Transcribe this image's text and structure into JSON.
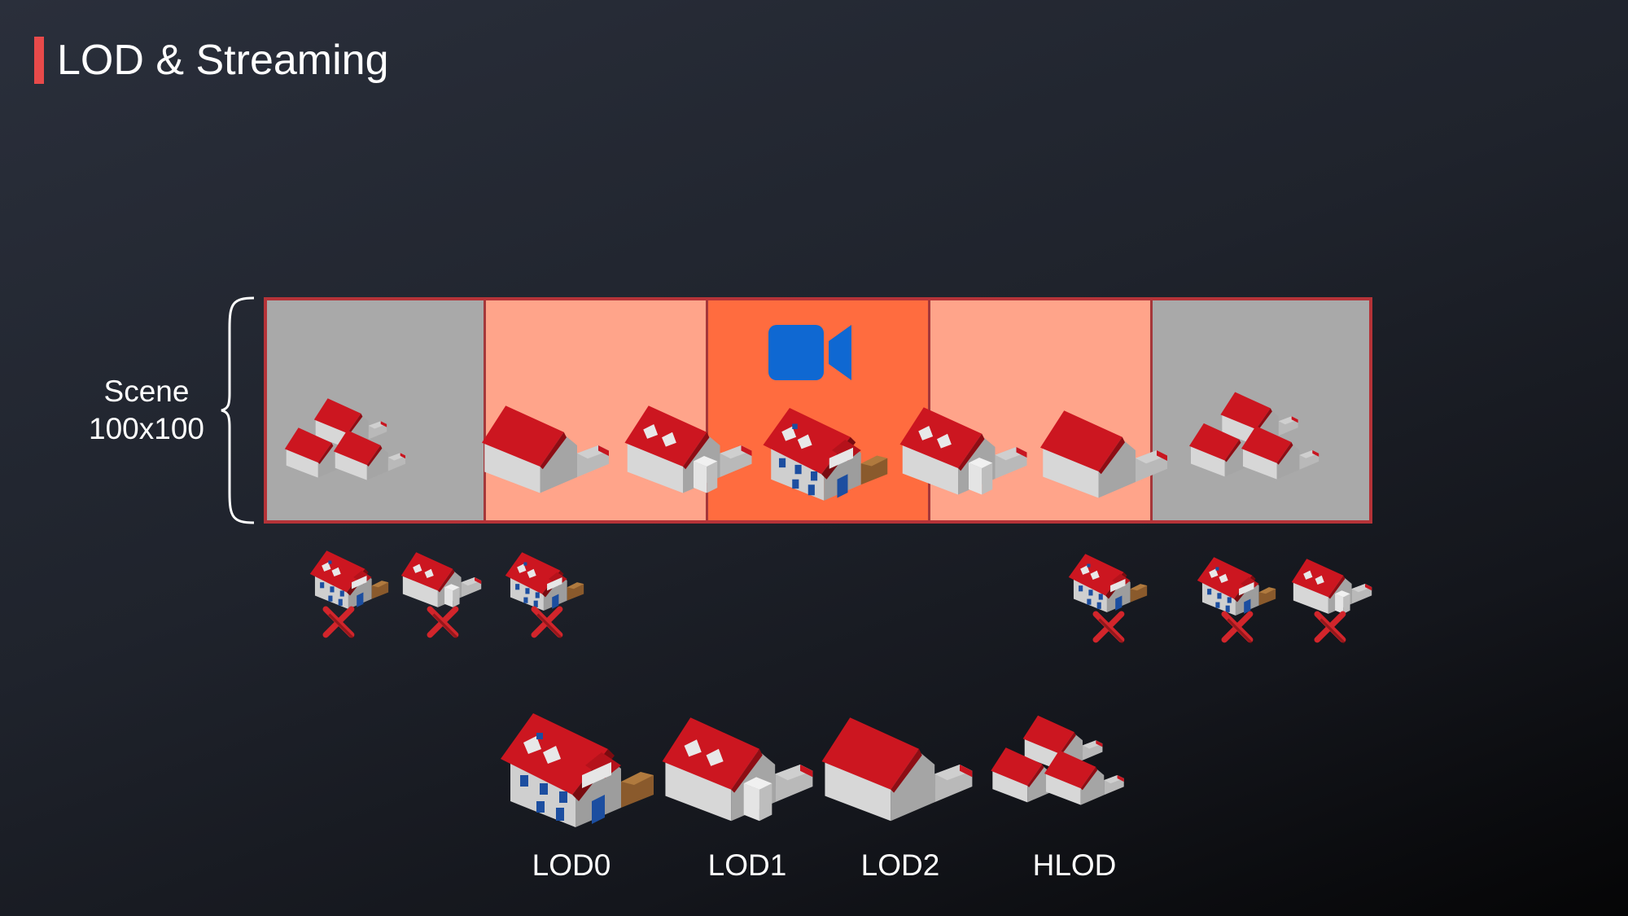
{
  "title": "LOD & Streaming",
  "scene": {
    "line1": "Scene",
    "line2": "100x100"
  },
  "colors": {
    "accent": "#e84a4a",
    "far": "#a9a9a9",
    "mid": "#ffa48a",
    "near": "#ff6c3f",
    "roof": "#cc1620",
    "wall": "#c4c4c4",
    "camera": "#0f68d2"
  },
  "icons": {
    "camera": "video-camera-icon",
    "unloaded": "x-mark-icon",
    "scene_brace": "curly-brace-icon"
  },
  "grid_cells": [
    {
      "lod": "HLOD",
      "distance": "far"
    },
    {
      "lod": "LOD2",
      "distance": "mid"
    },
    {
      "lod": "LOD0",
      "distance": "near"
    },
    {
      "lod": "LOD2",
      "distance": "mid"
    },
    {
      "lod": "HLOD",
      "distance": "far"
    }
  ],
  "unloaded_models": [
    "LOD0",
    "LOD1",
    "LOD0",
    "LOD0",
    "LOD0",
    "LOD1"
  ],
  "lod_legend": [
    {
      "label": "LOD0",
      "model": "LOD0"
    },
    {
      "label": "LOD1",
      "model": "LOD1"
    },
    {
      "label": "LOD2",
      "model": "LOD2"
    },
    {
      "label": "HLOD",
      "model": "HLOD"
    }
  ]
}
